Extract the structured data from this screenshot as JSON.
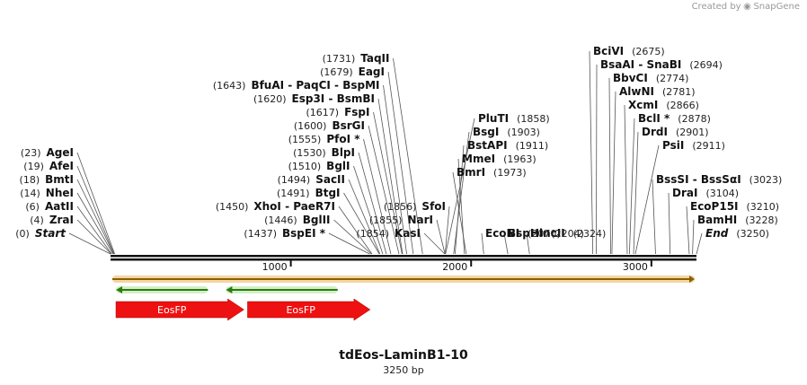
{
  "brand": {
    "created_by": "Created by",
    "name": "SnapGene"
  },
  "plasmid": {
    "name": "tdEos-LaminB1-10",
    "size_label": "3250 bp",
    "length": 3250
  },
  "ruler": [
    1000,
    2000,
    3000
  ],
  "features": [
    {
      "name": "EosFP",
      "kind": "cds",
      "start": 30,
      "end": 740,
      "color": "#ee1111"
    },
    {
      "name": "EosFP",
      "kind": "cds",
      "start": 760,
      "end": 1440,
      "color": "#ee1111"
    }
  ],
  "orfs": [
    {
      "start": 30,
      "end": 540,
      "direction": "reverse",
      "color": "#2d7a10"
    },
    {
      "start": 640,
      "end": 1260,
      "direction": "reverse",
      "color": "#2d7a10"
    },
    {
      "start": 10,
      "end": 3240,
      "direction": "forward",
      "color": "#8a6000"
    }
  ],
  "sites": [
    {
      "name": "Start",
      "pos": 0,
      "pos_label": "(0)",
      "italic": true,
      "side": "left"
    },
    {
      "name": "ZraI",
      "pos": 4,
      "pos_label": "(4)",
      "side": "left"
    },
    {
      "name": "AatII",
      "pos": 6,
      "pos_label": "(6)",
      "side": "left"
    },
    {
      "name": "NheI",
      "pos": 14,
      "pos_label": "(14)",
      "side": "left"
    },
    {
      "name": "BmtI",
      "pos": 18,
      "pos_label": "(18)",
      "side": "left"
    },
    {
      "name": "AfeI",
      "pos": 19,
      "pos_label": "(19)",
      "side": "left"
    },
    {
      "name": "AgeI",
      "pos": 23,
      "pos_label": "(23)",
      "side": "left"
    },
    {
      "name": "BspEI *",
      "pos": 1437,
      "pos_label": "(1437)",
      "side": "left"
    },
    {
      "name": "BglII",
      "pos": 1446,
      "pos_label": "(1446)",
      "side": "left"
    },
    {
      "name": "XhoI - PaeR7I",
      "pos": 1450,
      "pos_label": "(1450)",
      "side": "left"
    },
    {
      "name": "BtgI",
      "pos": 1491,
      "pos_label": "(1491)",
      "side": "left"
    },
    {
      "name": "SacII",
      "pos": 1494,
      "pos_label": "(1494)",
      "side": "left"
    },
    {
      "name": "BglI",
      "pos": 1510,
      "pos_label": "(1510)",
      "side": "left"
    },
    {
      "name": "BlpI",
      "pos": 1530,
      "pos_label": "(1530)",
      "side": "left"
    },
    {
      "name": "PfoI *",
      "pos": 1555,
      "pos_label": "(1555)",
      "side": "left"
    },
    {
      "name": "BsrGI",
      "pos": 1600,
      "pos_label": "(1600)",
      "side": "left"
    },
    {
      "name": "FspI",
      "pos": 1617,
      "pos_label": "(1617)",
      "side": "left"
    },
    {
      "name": "Esp3I - BsmBI",
      "pos": 1620,
      "pos_label": "(1620)",
      "side": "left"
    },
    {
      "name": "BfuAI - PaqCI - BspMI",
      "pos": 1643,
      "pos_label": "(1643)",
      "side": "left"
    },
    {
      "name": "EagI",
      "pos": 1679,
      "pos_label": "(1679)",
      "side": "left"
    },
    {
      "name": "TaqII",
      "pos": 1731,
      "pos_label": "(1731)",
      "side": "left"
    },
    {
      "name": "KasI",
      "pos": 1854,
      "pos_label": "(1854)",
      "side": "left"
    },
    {
      "name": "NarI",
      "pos": 1855,
      "pos_label": "(1855)",
      "side": "left"
    },
    {
      "name": "SfoI",
      "pos": 1856,
      "pos_label": "(1856)",
      "side": "left"
    },
    {
      "name": "PluTI",
      "pos": 1858,
      "pos_label": "(1858)",
      "side": "right"
    },
    {
      "name": "BsgI",
      "pos": 1903,
      "pos_label": "(1903)",
      "side": "right"
    },
    {
      "name": "BstAPI",
      "pos": 1911,
      "pos_label": "(1911)",
      "side": "right"
    },
    {
      "name": "MmeI",
      "pos": 1963,
      "pos_label": "(1963)",
      "side": "right"
    },
    {
      "name": "BmrI",
      "pos": 1973,
      "pos_label": "(1973)",
      "side": "right"
    },
    {
      "name": "EcoNI",
      "pos": 2070,
      "pos_label": "(2070)",
      "side": "right"
    },
    {
      "name": "BspHI",
      "pos": 2204,
      "pos_label": "(2204)",
      "side": "right"
    },
    {
      "name": "HincII",
      "pos": 2324,
      "pos_label": "(2324)",
      "side": "right"
    },
    {
      "name": "BciVI",
      "pos": 2675,
      "pos_label": "(2675)",
      "side": "right"
    },
    {
      "name": "BsaAI - SnaBI",
      "pos": 2694,
      "pos_label": "(2694)",
      "side": "right"
    },
    {
      "name": "BbvCI",
      "pos": 2774,
      "pos_label": "(2774)",
      "side": "right"
    },
    {
      "name": "AlwNI",
      "pos": 2781,
      "pos_label": "(2781)",
      "side": "right"
    },
    {
      "name": "XcmI",
      "pos": 2866,
      "pos_label": "(2866)",
      "side": "right"
    },
    {
      "name": "BclI *",
      "pos": 2878,
      "pos_label": "(2878)",
      "side": "right"
    },
    {
      "name": "DrdI",
      "pos": 2901,
      "pos_label": "(2901)",
      "side": "right"
    },
    {
      "name": "PsiI",
      "pos": 2911,
      "pos_label": "(2911)",
      "side": "right"
    },
    {
      "name": "BssSI - BssSαI",
      "pos": 3023,
      "pos_label": "(3023)",
      "side": "right"
    },
    {
      "name": "DraI",
      "pos": 3104,
      "pos_label": "(3104)",
      "side": "right"
    },
    {
      "name": "EcoP15I",
      "pos": 3210,
      "pos_label": "(3210)",
      "side": "right"
    },
    {
      "name": "BamHI",
      "pos": 3228,
      "pos_label": "(3228)",
      "side": "right"
    },
    {
      "name": "End",
      "pos": 3250,
      "pos_label": "(3250)",
      "italic": true,
      "side": "right"
    }
  ]
}
